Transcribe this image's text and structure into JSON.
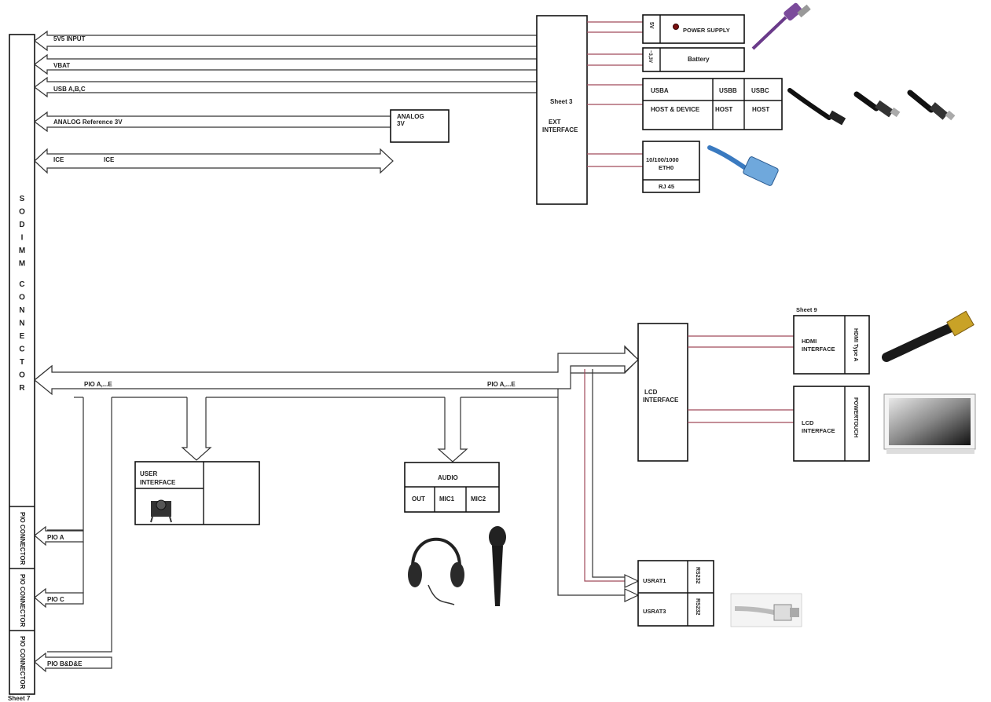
{
  "connector": {
    "title": "SODIMM CONNECTOR",
    "pio_conn": [
      "PIO CONNECTOR",
      "PIO CONNECTOR",
      "PIO CONNECTOR"
    ],
    "sheet": "Sheet 7"
  },
  "signals": {
    "v5_input": "5V5 INPUT",
    "vbat": "VBAT",
    "usb": "USB A,B,C",
    "analog_ref": "ANALOG Reference 3V",
    "ice_left": "ICE",
    "ice_mid": "ICE",
    "pio_left": "PIO A,...E",
    "pio_right": "PIO A,...E",
    "pio_a": "PIO  A",
    "pio_c": "PIO C",
    "pio_bde": "PIO B&D&E"
  },
  "analog_box": {
    "line1": "ANALOG",
    "line2": "3V"
  },
  "ext": {
    "sheet": "Sheet 3",
    "line1": "EXT",
    "line2": "INTERFACE"
  },
  "power": {
    "side": "5V",
    "label": "POWER SUPPLY"
  },
  "battery": {
    "side": "~3,3V",
    "label": "Battery"
  },
  "usb_box": {
    "usba": "USBA",
    "usbb": "USBB",
    "usbc": "USBC",
    "host_device": "HOST & DEVICE",
    "host1": "HOST",
    "host2": "HOST"
  },
  "eth": {
    "line1": "10/100/1000",
    "line2": "ETH0",
    "rj": "RJ 45"
  },
  "hdmi": {
    "sheet": "Sheet 9",
    "line1": "HDMI",
    "line2": "INTERFACE",
    "side": "HDMI Type A"
  },
  "lcd_main": {
    "line1": "LCD",
    "line2": "INTERFACE"
  },
  "lcd2": {
    "line1": "LCD",
    "line2": "INTERFACE",
    "side": "POWERTOUCH"
  },
  "user_if": {
    "line1": "USER",
    "line2": "INTERFACE"
  },
  "audio": {
    "title": "AUDIO",
    "out": "OUT",
    "mic1": "MIC1",
    "mic2": "MIC2"
  },
  "usart": {
    "u1": "USRAT1",
    "u3": "USRAT3",
    "rs1": "RS232",
    "rs2": "RS232"
  },
  "icons": [
    "power-plug-icon",
    "usb-cable-icon",
    "ethernet-cable-icon",
    "hdmi-cable-icon",
    "monitor-icon",
    "push-button-icon",
    "headphones-icon",
    "microphone-icon",
    "serial-cable-icon"
  ]
}
